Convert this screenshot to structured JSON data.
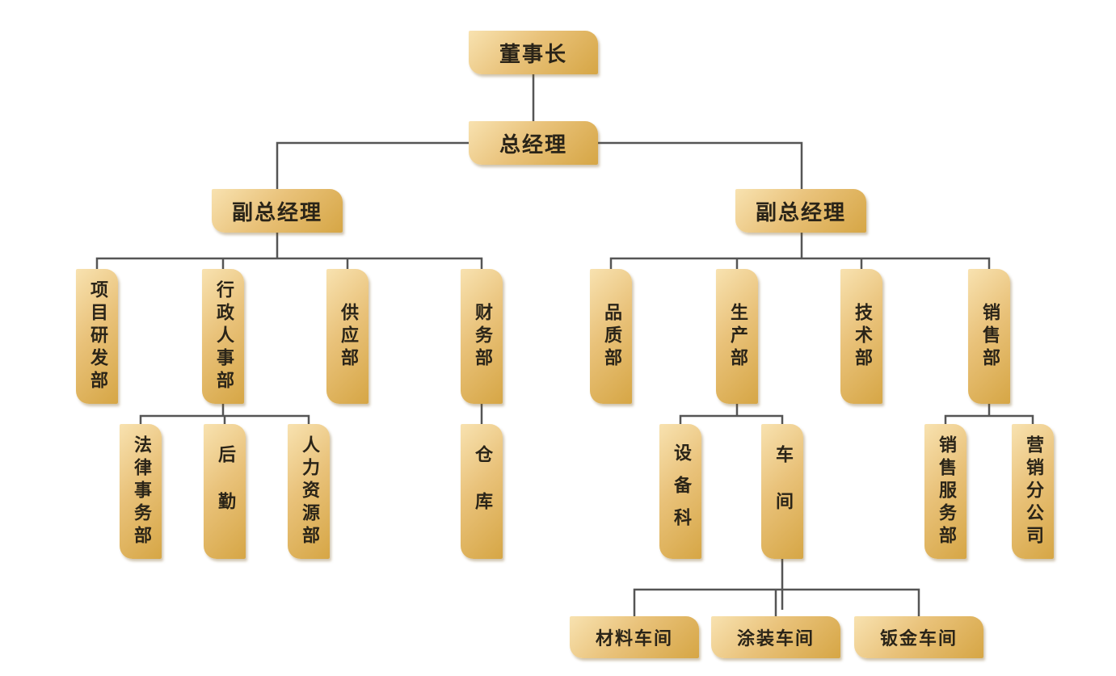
{
  "chairman": "董事长",
  "gm": "总经理",
  "vp_left": "副总经理",
  "vp_right": "副总经理",
  "left_depts": [
    "项目研发部",
    "行政人事部",
    "供应部",
    "财务部"
  ],
  "left_sub": [
    "法律事务部",
    "后勤",
    "人力资源部",
    "仓库"
  ],
  "right_depts": [
    "品质部",
    "生产部",
    "技术部",
    "销售部"
  ],
  "right_sub": [
    "设备科",
    "车间",
    "销售服务部",
    "营销分公司"
  ],
  "workshops": [
    "材料车间",
    "涂装车间",
    "钣金车间"
  ],
  "colors": {
    "box_light": "#f8e2b0",
    "box_dark": "#d6a645",
    "line": "#555555"
  }
}
